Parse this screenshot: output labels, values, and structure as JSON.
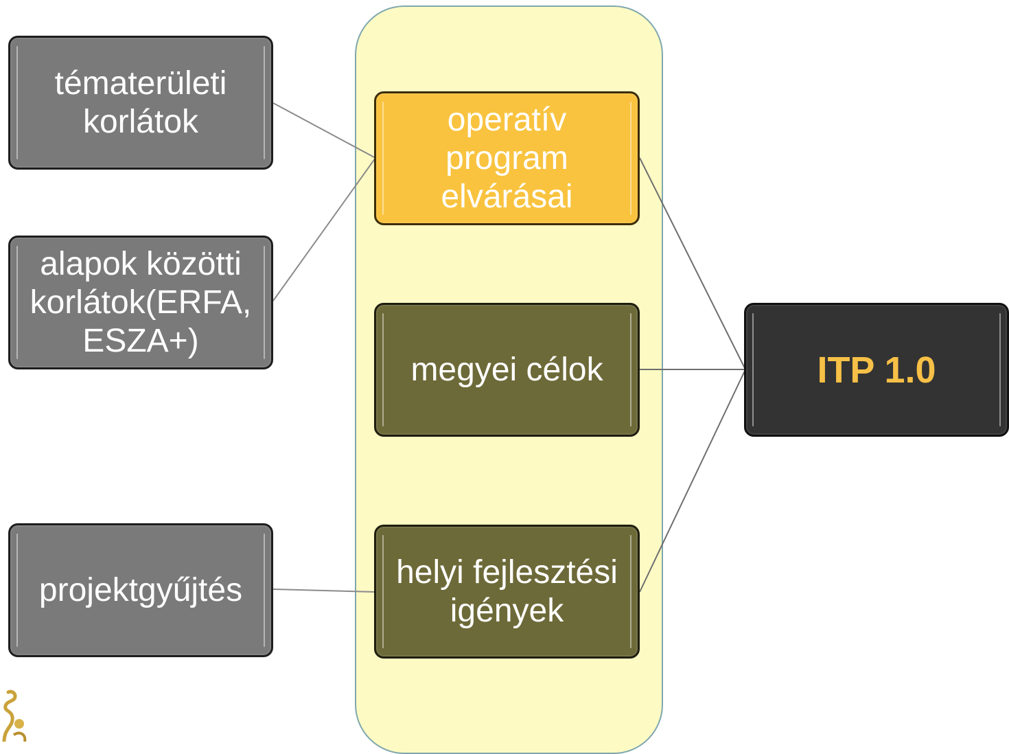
{
  "left_boxes": [
    {
      "label": "tématerületi\nkorlátok"
    },
    {
      "label": "alapok közötti\nkorlátok(ERFA,\nESZA+)"
    },
    {
      "label": "projektgyűjtés"
    }
  ],
  "middle_boxes": [
    {
      "label": "operatív\nprogram\nelvárásai"
    },
    {
      "label": "megyei célok"
    },
    {
      "label": "helyi fejlesztési\nigények"
    }
  ],
  "output_box": {
    "label": "ITP 1.0"
  },
  "colors": {
    "left_box": "#7a7a7a",
    "highlight_box": "#f9c33f",
    "middle_box": "#6d6a39",
    "output_box": "#333333",
    "output_text": "#f7c046",
    "panel_fill": "#fdfac4",
    "panel_border": "#7fa7ad",
    "connector": "#8a8a8a"
  },
  "icons": {
    "corner": "ornament-icon"
  }
}
